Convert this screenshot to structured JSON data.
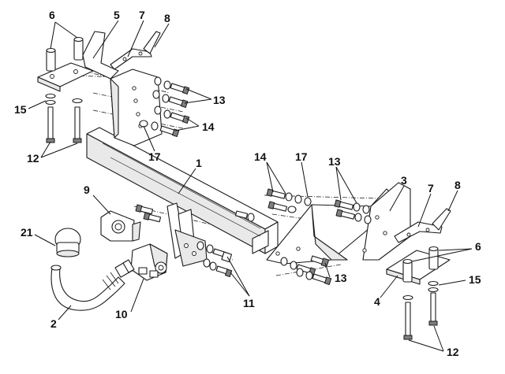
{
  "callouts": {
    "c1": "1",
    "c2": "2",
    "c3": "3",
    "c4": "4",
    "c5": "5",
    "c6_left": "6",
    "c6_right": "6",
    "c7_left": "7",
    "c7_right": "7",
    "c8_left": "8",
    "c8_right": "8",
    "c9": "9",
    "c10": "10",
    "c11": "11",
    "c12_left": "12",
    "c12_right": "12",
    "c13_left": "13",
    "c13_mid": "13",
    "c13_right": "13",
    "c14_left": "14",
    "c14_right": "14",
    "c15_left": "15",
    "c15_right": "15",
    "c17_left": "17",
    "c17_right": "17",
    "c21": "21"
  },
  "colors": {
    "line": "#1a1a1a",
    "fill": "#ffffff",
    "shade": "#e9e9e9",
    "dark": "#7f7f7f"
  }
}
